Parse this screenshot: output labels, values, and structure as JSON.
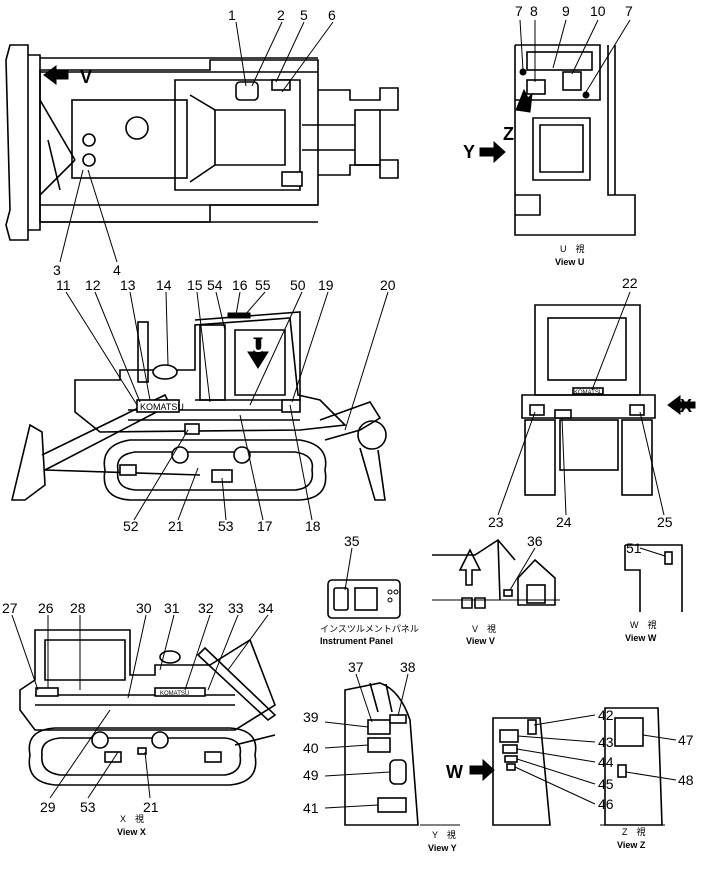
{
  "callouts": [
    "1",
    "2",
    "3",
    "4",
    "5",
    "6",
    "7",
    "8",
    "9",
    "10",
    "11",
    "12",
    "13",
    "14",
    "15",
    "16",
    "17",
    "18",
    "19",
    "20",
    "21",
    "22",
    "23",
    "24",
    "25",
    "26",
    "27",
    "28",
    "29",
    "30",
    "31",
    "32",
    "33",
    "34",
    "35",
    "36",
    "37",
    "38",
    "39",
    "40",
    "41",
    "42",
    "43",
    "44",
    "45",
    "46",
    "47",
    "48",
    "49",
    "50",
    "51",
    "52",
    "53",
    "54",
    "55"
  ],
  "view_letters": {
    "v": "V",
    "u": "U",
    "x": "X",
    "y": "Y",
    "z": "Z",
    "w": "W"
  },
  "captions": {
    "view_u": {
      "jp": "U　視",
      "en": "View  U"
    },
    "view_v": {
      "jp": "V　視",
      "en": "View  V"
    },
    "view_w": {
      "jp": "W　視",
      "en": "View  W"
    },
    "view_x": {
      "jp": "X　視",
      "en": "View  X"
    },
    "view_y": {
      "jp": "Y　視",
      "en": "View  Y"
    },
    "view_z": {
      "jp": "Z　視",
      "en": "View  Z"
    },
    "instrument_panel": {
      "jp": "インスツルメントパネル",
      "en": "Instrument  Panel"
    }
  },
  "brand_plate": "KOMATSU",
  "icons": [
    "arrow-icon",
    "bulldozer-top-view",
    "bulldozer-side-view",
    "bulldozer-rear-view",
    "cab-interior-view"
  ]
}
